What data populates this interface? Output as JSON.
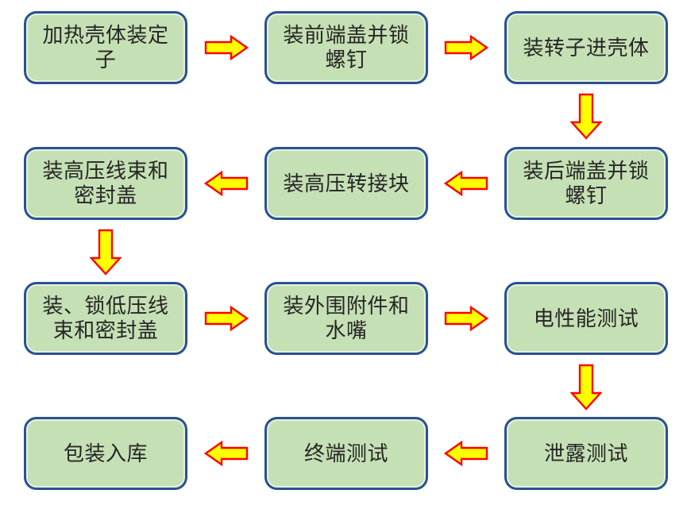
{
  "diagram": {
    "type": "flowchart",
    "description": "Assembly process flow, snaking left-to-right then right-to-left across four rows",
    "colors": {
      "node_fill": "#c5e0b4",
      "node_border": "#2a5191",
      "arrow_fill": "#ffff00",
      "arrow_border": "#ff0000",
      "text_color": "#262626",
      "background": "#ffffff"
    },
    "nodes": [
      {
        "step": 1,
        "label": "加热壳体装定\n子"
      },
      {
        "step": 2,
        "label": "装前端盖并锁\n螺钉"
      },
      {
        "step": 3,
        "label": "装转子进壳体"
      },
      {
        "step": 4,
        "label": "装后端盖并锁\n螺钉"
      },
      {
        "step": 5,
        "label": "装高压转接块"
      },
      {
        "step": 6,
        "label": "装高压线束和\n密封盖"
      },
      {
        "step": 7,
        "label": "装、锁低压线\n束和密封盖"
      },
      {
        "step": 8,
        "label": "装外围附件和\n水嘴"
      },
      {
        "step": 9,
        "label": "电性能测试"
      },
      {
        "step": 10,
        "label": "泄露测试"
      },
      {
        "step": 11,
        "label": "终端测试"
      },
      {
        "step": 12,
        "label": "包装入库"
      }
    ],
    "connections": [
      {
        "from": 1,
        "to": 2,
        "direction": "right"
      },
      {
        "from": 2,
        "to": 3,
        "direction": "right"
      },
      {
        "from": 3,
        "to": 4,
        "direction": "down"
      },
      {
        "from": 4,
        "to": 5,
        "direction": "left"
      },
      {
        "from": 5,
        "to": 6,
        "direction": "left"
      },
      {
        "from": 6,
        "to": 7,
        "direction": "down"
      },
      {
        "from": 7,
        "to": 8,
        "direction": "right"
      },
      {
        "from": 8,
        "to": 9,
        "direction": "right"
      },
      {
        "from": 9,
        "to": 10,
        "direction": "down"
      },
      {
        "from": 10,
        "to": 11,
        "direction": "left"
      },
      {
        "from": 11,
        "to": 12,
        "direction": "left"
      }
    ]
  }
}
